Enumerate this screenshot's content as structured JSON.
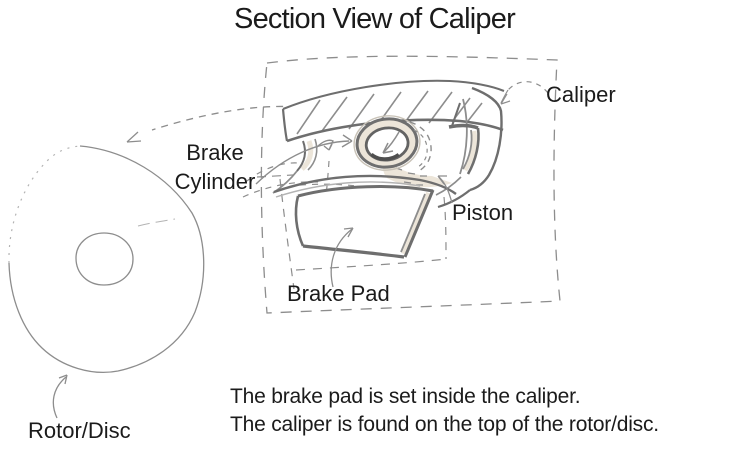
{
  "title": "Section View of Caliper",
  "labels": {
    "caliper": "Caliper",
    "brake_cylinder": "Brake\nCylinder",
    "piston": "Piston",
    "brake_pad": "Brake Pad",
    "rotor_disc": "Rotor/Disc"
  },
  "caption": {
    "line1": "The brake pad is set inside the caliper.",
    "line2": "The caliper is found on the top of the rotor/disc."
  },
  "colors": {
    "ink": "#1b1b1b",
    "sketch": "#8d8d8d",
    "sketch_dark": "#6e6e6e",
    "sketch_light": "#b3b3b3",
    "paper": "#ffffff",
    "shade": "#ece5d9"
  }
}
